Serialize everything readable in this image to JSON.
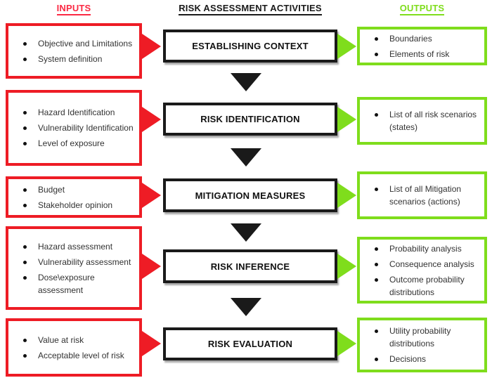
{
  "headers": {
    "inputs": "INPUTS",
    "center": "RISK ASSESSMENT ACTIVITIES",
    "outputs": "OUTPUTS"
  },
  "colors": {
    "red": "#ee1c25",
    "header_red": "#fb2943",
    "green": "#7fdd1c",
    "black": "#1a1a1a"
  },
  "rows": [
    {
      "activity": "ESTABLISHING CONTEXT",
      "inputs": [
        "Objective and Limitations",
        "System definition"
      ],
      "outputs": [
        "Boundaries",
        "Elements of risk"
      ]
    },
    {
      "activity": "RISK IDENTIFICATION",
      "inputs": [
        "Hazard Identification",
        "Vulnerability Identification",
        "Level of exposure"
      ],
      "outputs": [
        "List of all risk scenarios (states)"
      ]
    },
    {
      "activity": "MITIGATION MEASURES",
      "inputs": [
        "Budget",
        "Stakeholder opinion"
      ],
      "outputs": [
        "List of all Mitigation scenarios (actions)"
      ]
    },
    {
      "activity": "RISK INFERENCE",
      "inputs": [
        "Hazard assessment",
        "Vulnerability assessment",
        "Dose\\exposure assessment"
      ],
      "outputs": [
        "Probability analysis",
        "Consequence analysis",
        "Outcome probability distributions"
      ]
    },
    {
      "activity": "RISK EVALUATION",
      "inputs": [
        "Value at risk",
        "Acceptable level of risk"
      ],
      "outputs": [
        "Utility probability distributions",
        "Decisions"
      ]
    }
  ]
}
